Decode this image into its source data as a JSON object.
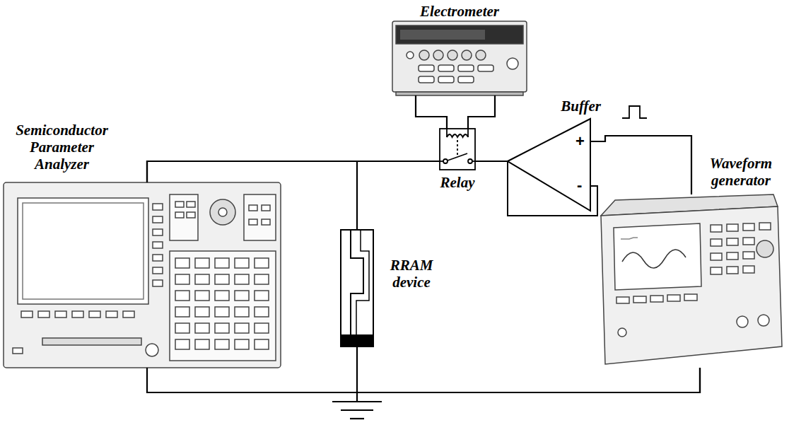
{
  "diagram": {
    "nodes": [
      {
        "text": [
          "Electrometer"
        ]
      },
      {
        "text": [
          "Semiconductor Parameter Analyzer"
        ]
      },
      {
        "text": [
          "Relay"
        ]
      },
      {
        "text": [
          "Buffer"
        ]
      },
      {
        "text": [
          "Waveform generator"
        ]
      },
      {
        "text": [
          "RRAM device"
        ]
      }
    ],
    "edges": [
      {
        "from": 0,
        "to": 2,
        "arrow": "none"
      },
      {
        "from": 0,
        "to": 2,
        "arrow": "none"
      },
      {
        "from": 1,
        "to": 2,
        "arrow": "none"
      },
      {
        "from": 1,
        "to": 5,
        "arrow": "none"
      },
      {
        "from": 2,
        "to": 3,
        "arrow": "none"
      },
      {
        "from": 3,
        "to": 4,
        "arrow": "none"
      },
      {
        "from": 1,
        "to": 4,
        "arrow": "none"
      },
      {
        "from": 5,
        "to": 4,
        "arrow": "none"
      }
    ],
    "labels": [
      "+",
      "-"
    ]
  }
}
